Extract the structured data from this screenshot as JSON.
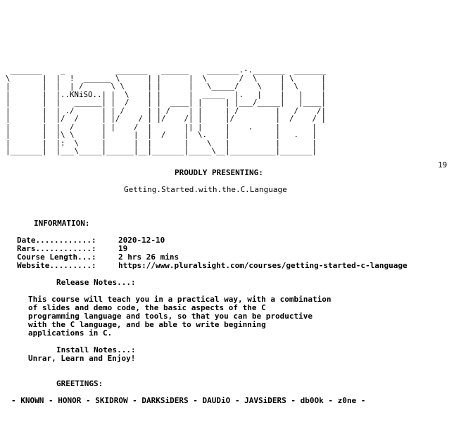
{
  "art": {
    "logo_ascii": " _______    _           _______   ______    _______.-._______  _______\n\\       |  |  !  ______ \\      | |      |  \\       /  \\     | \\      |\n|       |  |  | /      \\ \\     | |      |   \\_____/    \\    |  \\     |\n|       |  |..KNiSO..| |  \\    | |      |  _____  |.   |    |   |    |\n|       |  |   ______| |  /    | |  ____| |     | |___/_____|   |____|\n|       |  | ./      | | /     | | /    | |     | /        |   /    /|\n|       |  |/  /     | |/    / | |/    /| |     |/         |  /    / |\n|       |  |  /      | |    /  |       || |     |    .     |       |\n|       |  |\\ \\      |      |  |  /    |  \\.    |          |   .   |\n|       |  |:  \\     |      |  |       |    \\   |          |       |\n|_______|  |___\\_____|______|__|_______|_____\\__|__________|_______|",
    "year_tag": "19"
  },
  "header": {
    "presenting": "PROUDLY PRESENTING:",
    "release_name": "Getting.Started.with.the.C.Language"
  },
  "information": {
    "heading": "INFORMATION:",
    "date_label": "Date............:",
    "date_value": "2020-12-10",
    "rars_label": "Rars............:",
    "rars_value": "19",
    "length_label": "Course Length...:",
    "length_value": "2 hrs 26 mins",
    "website_label": "Website.........:",
    "website_value": "https://www.pluralsight.com/courses/getting-started-c-language"
  },
  "release_notes": {
    "heading": "Release Notes...:",
    "lines": [
      "This course will teach you in a practical way, with a combination",
      "of slides and demo code, the basic aspects of the C",
      "programming language and tools, so that you can be productive",
      "with the C language, and be able to write beginning",
      "applications in C."
    ]
  },
  "install_notes": {
    "heading": "Install Notes...:",
    "text": "Unrar, Learn and Enjoy!"
  },
  "greetings": {
    "heading": "GREETINGS:",
    "text": "- KNOWN - HONOR - SKIDROW - DARKSiDERS - DAUDiO - JAVSiDERS - db0Ok - z0ne -"
  }
}
